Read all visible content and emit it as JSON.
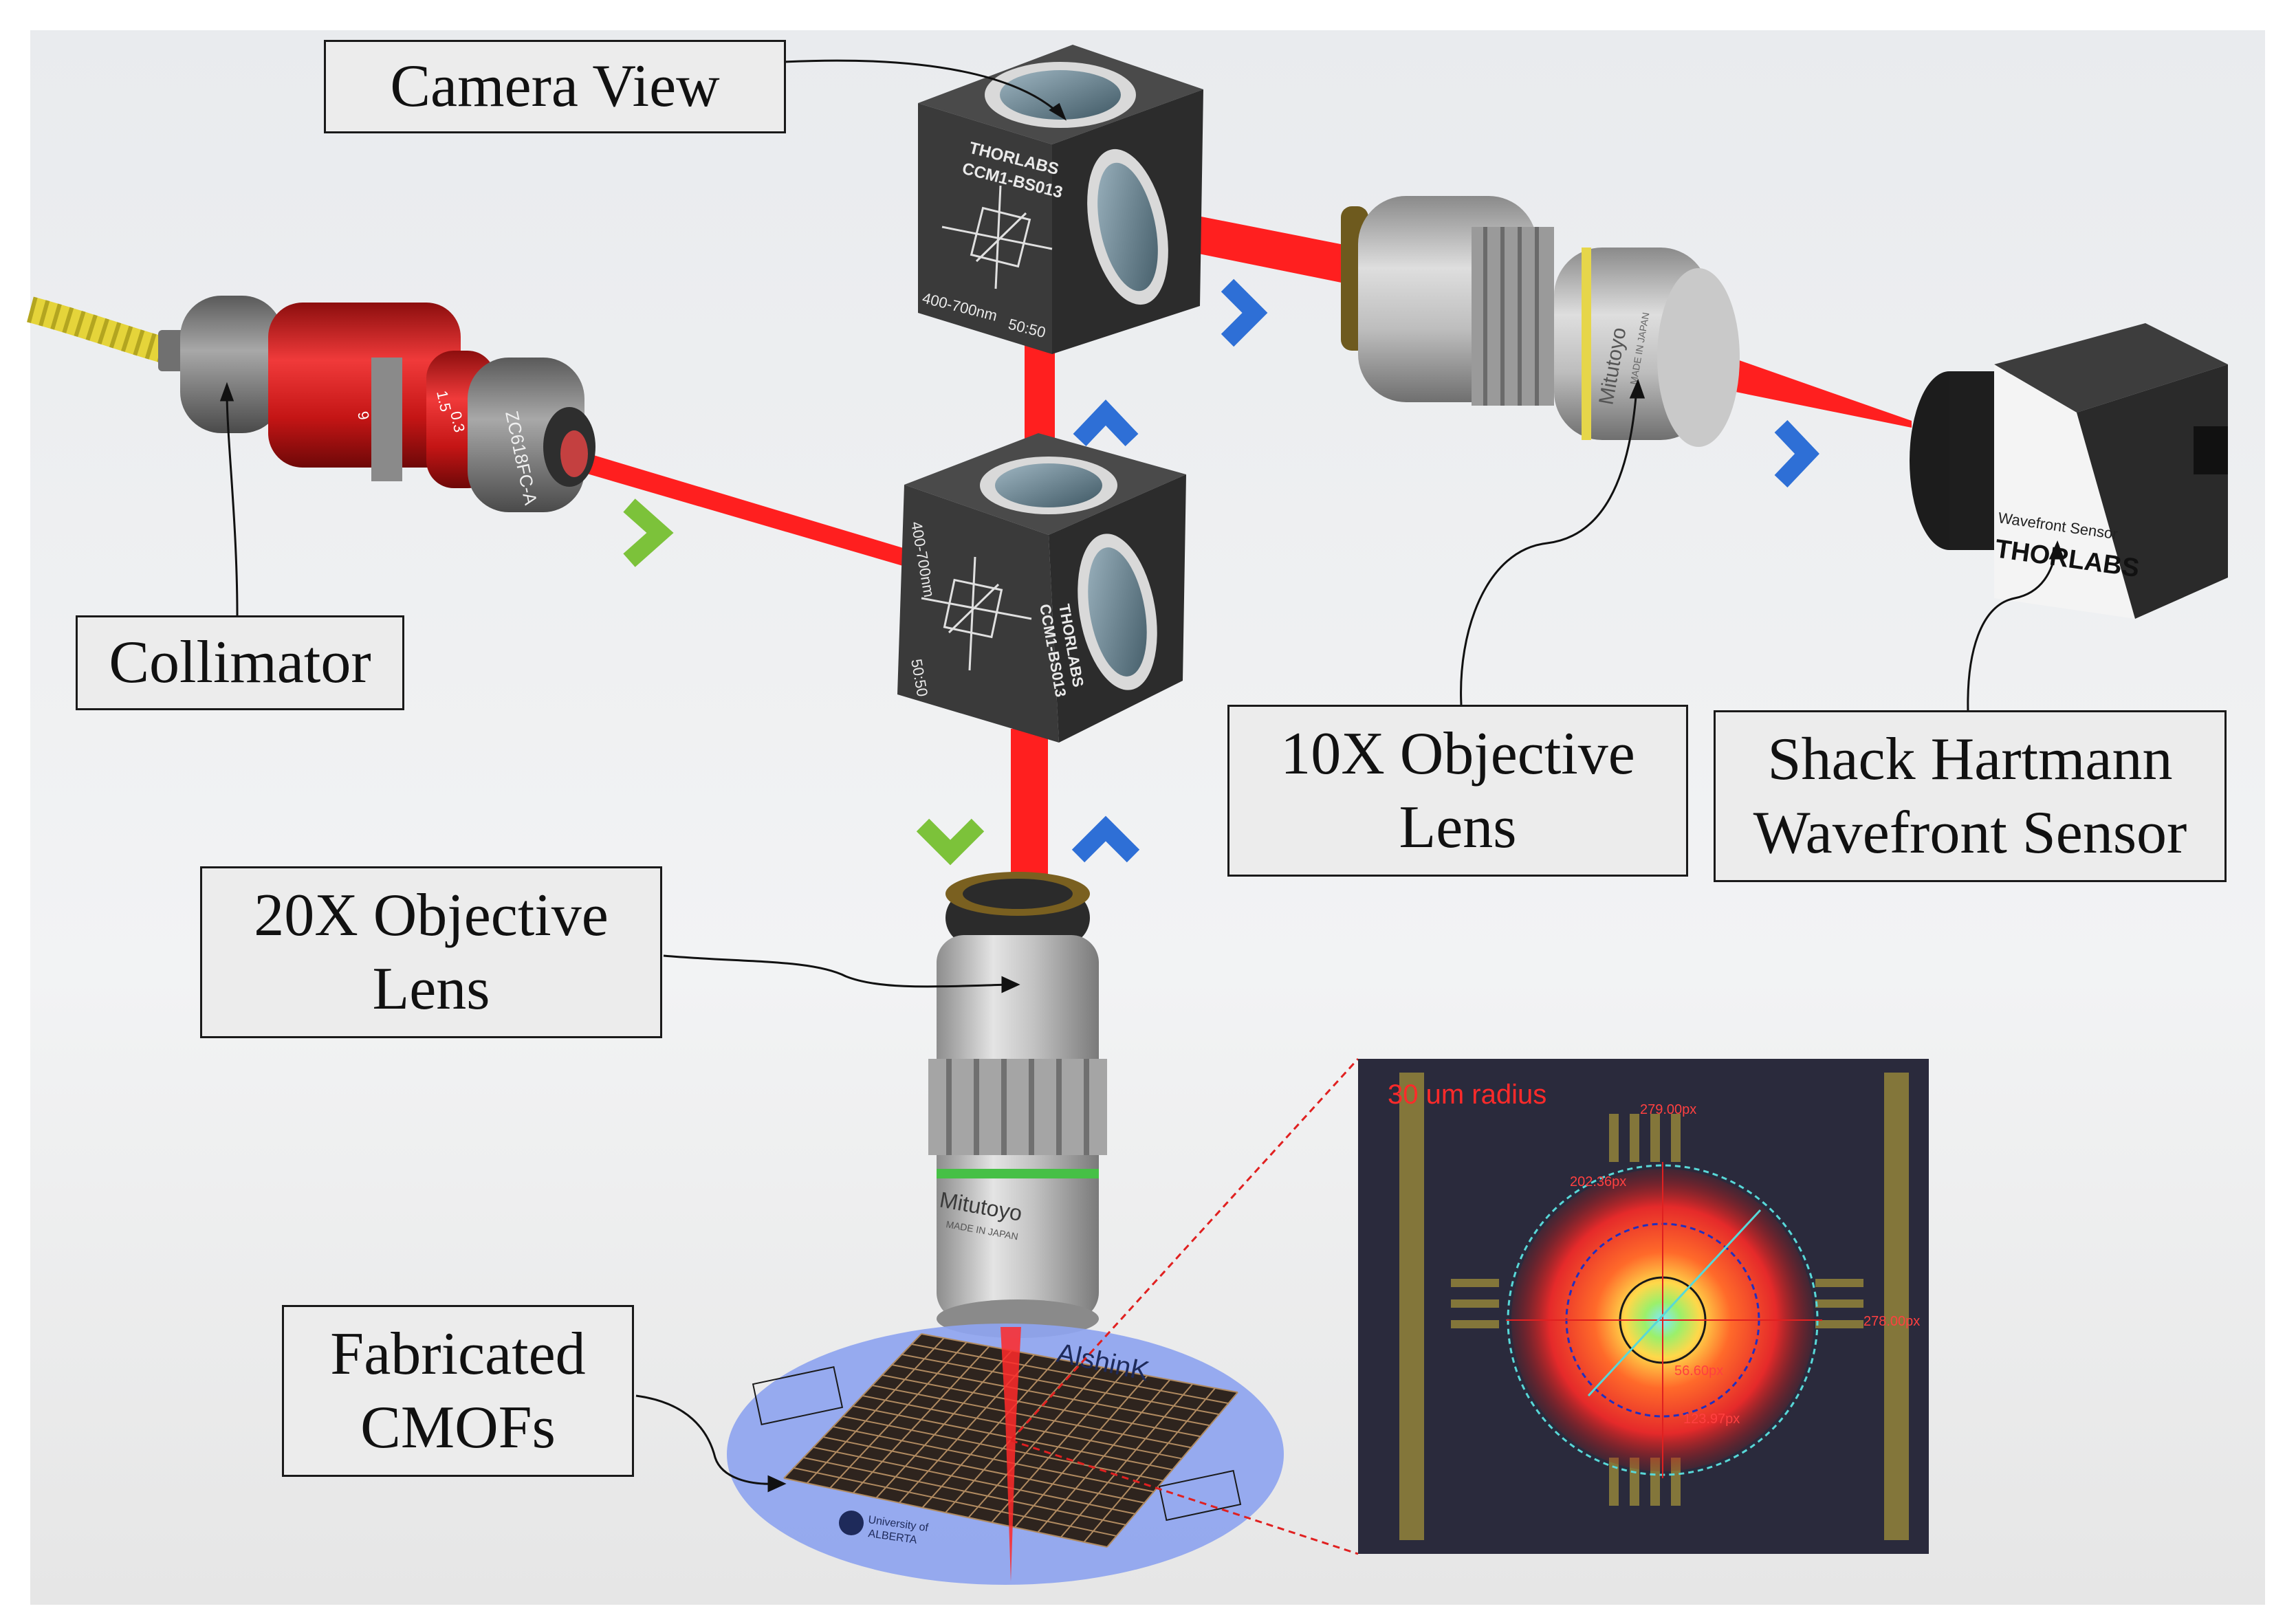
{
  "labels": {
    "camera_view": "Camera View",
    "collimator": "Collimator",
    "objective_10x": [
      "10X Objective",
      "Lens"
    ],
    "shack_hartmann": [
      "Shack Hartmann",
      "Wavefront Sensor"
    ],
    "objective_20x": [
      "20X Objective",
      "Lens"
    ],
    "fabricated": [
      "Fabricated",
      "CMOFs"
    ]
  },
  "component_text": {
    "beamsplitter_top": {
      "brand": "THORLABS",
      "model": "CCM1-BS013",
      "range": "400-700nm",
      "ratio": "50:50"
    },
    "beamsplitter_mid": {
      "brand": "THORLABS",
      "model": "CCM1-BS013",
      "range": "400-700nm",
      "ratio": "50:50"
    },
    "collimator_model": "ZC618FC-A",
    "collimator_marks": [
      "1.5",
      "0.3",
      "9"
    ],
    "objective_10x_brand": "Mitutoyo",
    "objective_10x_small": "MADE IN JAPAN",
    "objective_20x_brand": "Mitutoyo",
    "objective_20x_small": "MADE IN JAPAN",
    "sensor_caption": "Wavefront Sensor",
    "sensor_brand": "THORLABS",
    "wafer_mark": "AlshinK",
    "wafer_logo_text": [
      "University of",
      "ALBERTA"
    ]
  },
  "inset": {
    "title": "30 um radius",
    "measurements": [
      "279.00px",
      "202.36px",
      "278.00px",
      "56.60px",
      "123.97px"
    ]
  },
  "colors": {
    "beam": "#ff1a1a",
    "arrow_blue": "#2e6fd6",
    "arrow_green": "#7cc23a",
    "cube_body": "#3a3a3a",
    "lens_silver": "#b8b8b8",
    "collimator_red": "#d81e1e",
    "wafer_blue": "#8ea4ef",
    "inset_bg": "#2a2a3c"
  }
}
